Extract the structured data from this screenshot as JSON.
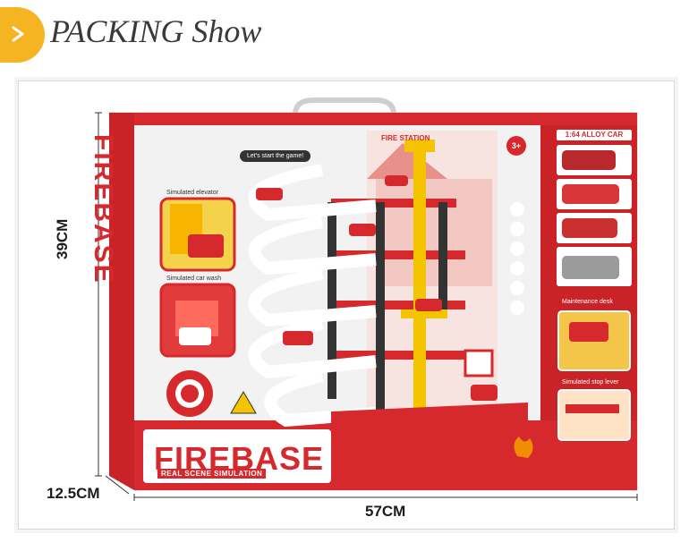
{
  "header": {
    "title": "PACKING Show",
    "icon": "arrow-right-icon",
    "accent_color": "#f5b422"
  },
  "dimensions": {
    "height": "39CM",
    "depth": "12.5CM",
    "width": "57CM"
  },
  "box": {
    "brand_title": "FIREBASE",
    "brand_subtitle": "REAL SCENE SIMULATION",
    "vertical_brand": "FIREBASE",
    "start_bubble": "Let's start the game!",
    "station_sign": "FIRE STATION",
    "age_badge": "3+",
    "alloy_label": "1:64 ALLOY CAR",
    "features_left": [
      "Simulated elevator",
      "Simulated car wash"
    ],
    "features_right": [
      "Maintenance desk",
      "Simulated stop lever"
    ],
    "primary_color": "#d6292d"
  }
}
